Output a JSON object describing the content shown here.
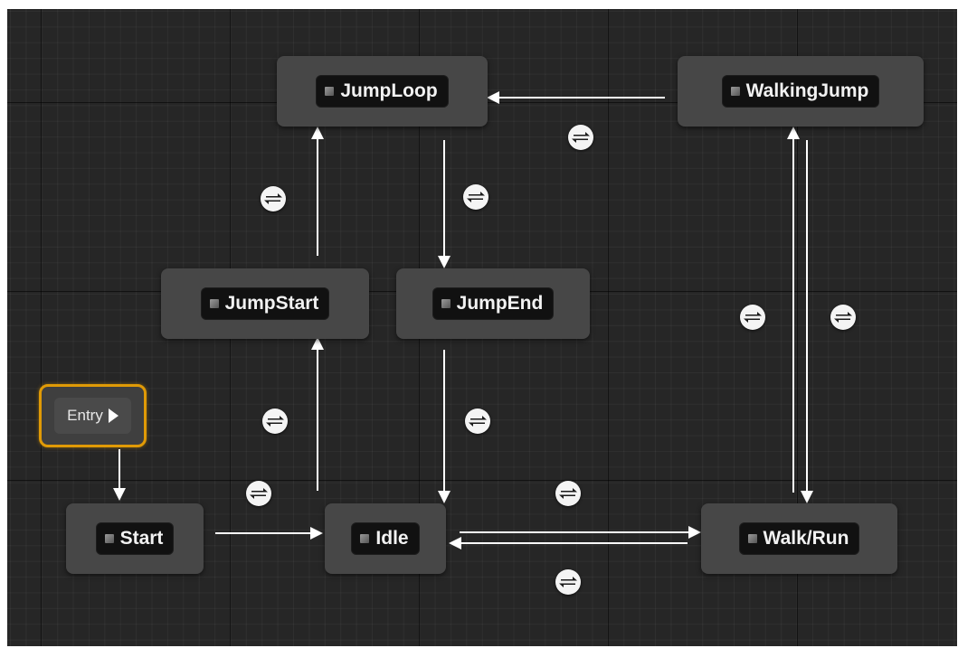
{
  "entry": {
    "label": "Entry"
  },
  "states": {
    "jump_loop": {
      "label": "JumpLoop"
    },
    "walking_jump": {
      "label": "WalkingJump"
    },
    "jump_start": {
      "label": "JumpStart"
    },
    "jump_end": {
      "label": "JumpEnd"
    },
    "start": {
      "label": "Start"
    },
    "idle": {
      "label": "Idle"
    },
    "walk_run": {
      "label": "Walk/Run"
    }
  },
  "transitions": [
    {
      "from": "Entry",
      "to": "Start"
    },
    {
      "from": "Start",
      "to": "Idle"
    },
    {
      "from": "Idle",
      "to": "JumpStart"
    },
    {
      "from": "JumpStart",
      "to": "JumpLoop"
    },
    {
      "from": "JumpLoop",
      "to": "JumpEnd"
    },
    {
      "from": "JumpEnd",
      "to": "Idle"
    },
    {
      "from": "Idle",
      "to": "Walk/Run"
    },
    {
      "from": "Walk/Run",
      "to": "Idle"
    },
    {
      "from": "Walk/Run",
      "to": "WalkingJump"
    },
    {
      "from": "WalkingJump",
      "to": "Walk/Run"
    },
    {
      "from": "WalkingJump",
      "to": "JumpLoop"
    }
  ],
  "colors": {
    "grid_background": "#262626",
    "node_body": "#474747",
    "node_title": "#111111",
    "entry_border": "#e09a06",
    "wire": "#ffffff",
    "transition_icon": "#f4f4f4"
  },
  "icons": {
    "state": "state-square-icon",
    "entry": "entry-arrow-icon",
    "transition": "transition-rule-icon"
  }
}
